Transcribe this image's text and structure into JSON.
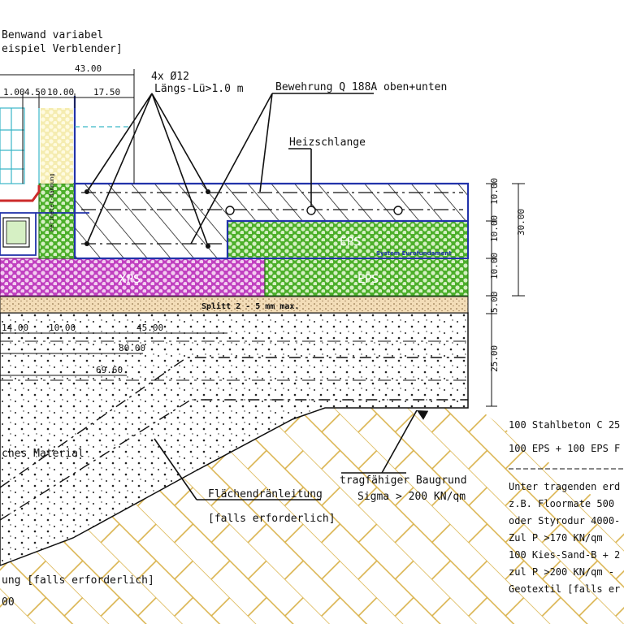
{
  "top_notes": {
    "line1": "Benwand variabel",
    "line2": "eispiel Verblender]"
  },
  "dims_top": {
    "total": "43.00",
    "d1": "1.00",
    "d2": "4.50",
    "d3": "10.00",
    "d4": "17.50"
  },
  "labels": {
    "rebar": "4x Ø12",
    "rebar_len": "Längs-Lü>1.0 m",
    "bewehrung": "Bewehrung Q 188A oben+unten",
    "heizschlange": "Heizschlange",
    "perimeter": "Perimeter-dämmung",
    "system": "System Eurofundament",
    "splitt": "Splitt 2 - 5 mm max.",
    "material": "ches Material",
    "drain": "Flächendränleitung",
    "drain_note": "[falls erforderlich]",
    "baugrund": "tragfähiger Baugrund",
    "sigma": "Sigma > 200 KN/qm",
    "bottom_left": "ung [falls erforderlich]",
    "bottom_left2": "00"
  },
  "layers": {
    "eps_upper": "EPS",
    "eps_lower": "EPS",
    "xps": "XPS"
  },
  "dims_right": {
    "a": "10.00",
    "b": "10.00",
    "c": "10.00",
    "d": "5.00",
    "e": "25.00",
    "total": "30.00"
  },
  "dims_lower": {
    "a": "14.00",
    "b": "10.00",
    "c": "45.00",
    "d": "80.00",
    "e": "69.60"
  },
  "notes_right": {
    "line1": "100 Stahlbeton C 25",
    "line2": "100 EPS + 100 EPS F",
    "line3": "Unter tragenden erd",
    "line4": "z.B. Floormate  500",
    "line5": "oder Styrodur 4000-",
    "line6": "Zul P >170 KN/qm",
    "line7": "100 Kies-Sand-B + 2",
    "line8": "zul P >200 KN/qm -",
    "line9": "Geotextil [falls er"
  },
  "colors": {
    "blue": "#2233aa",
    "eps_green": "#4caf2a",
    "xps_magenta": "#c040c0",
    "splitt": "#f3ddb8",
    "brick": "#d9b24a",
    "red": "#cc2a2a",
    "cyan": "#3ab6c8"
  }
}
